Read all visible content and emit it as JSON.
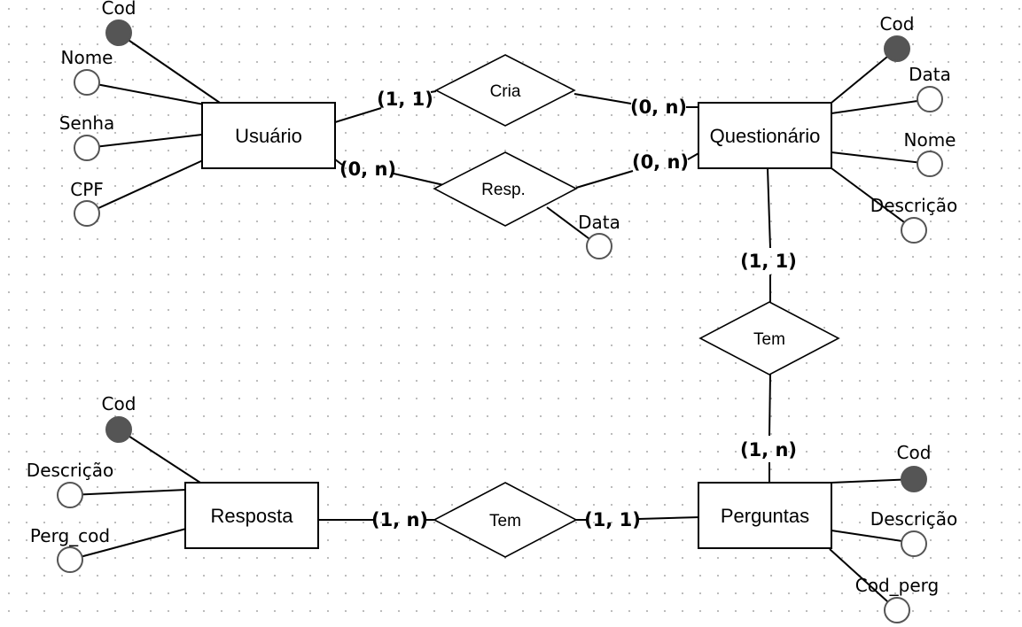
{
  "entities": {
    "usuario": {
      "label": "Usuário"
    },
    "questionario": {
      "label": "Questionário"
    },
    "resposta": {
      "label": "Resposta"
    },
    "perguntas": {
      "label": "Perguntas"
    }
  },
  "relationships": {
    "cria": {
      "label": "Cria"
    },
    "resp": {
      "label": "Resp."
    },
    "tem_q": {
      "label": "Tem"
    },
    "tem_r": {
      "label": "Tem"
    }
  },
  "attributes": {
    "usuario_cod": {
      "label": "Cod",
      "key": true
    },
    "usuario_nome": {
      "label": "Nome",
      "key": false
    },
    "usuario_senha": {
      "label": "Senha",
      "key": false
    },
    "usuario_cpf": {
      "label": "CPF",
      "key": false
    },
    "questionario_cod": {
      "label": "Cod",
      "key": true
    },
    "questionario_data": {
      "label": "Data",
      "key": false
    },
    "questionario_nome": {
      "label": "Nome",
      "key": false
    },
    "questionario_descricao": {
      "label": "Descrição",
      "key": false
    },
    "resp_data": {
      "label": "Data",
      "key": false
    },
    "resposta_cod": {
      "label": "Cod",
      "key": true
    },
    "resposta_descricao": {
      "label": "Descrição",
      "key": false
    },
    "resposta_perg_cod": {
      "label": "Perg_cod",
      "key": false
    },
    "perguntas_cod": {
      "label": "Cod",
      "key": true
    },
    "perguntas_descricao": {
      "label": "Descrição",
      "key": false
    },
    "perguntas_cod_perg": {
      "label": "Cod_perg",
      "key": false
    }
  },
  "cardinalities": {
    "cria_usuario": "(1, 1)",
    "cria_questionario": "(0, n)",
    "resp_usuario": "(0, n)",
    "resp_questionario": "(0, n)",
    "tem_questionario": "(1, 1)",
    "tem_perguntas": "(1, n)",
    "tem_resposta": "(1, n)",
    "tem_perguntas_resposta": "(1, 1)"
  },
  "colors": {
    "key_attribute_fill": "#555555",
    "line": "#000000",
    "grid_dot": "#b9b9b9"
  }
}
